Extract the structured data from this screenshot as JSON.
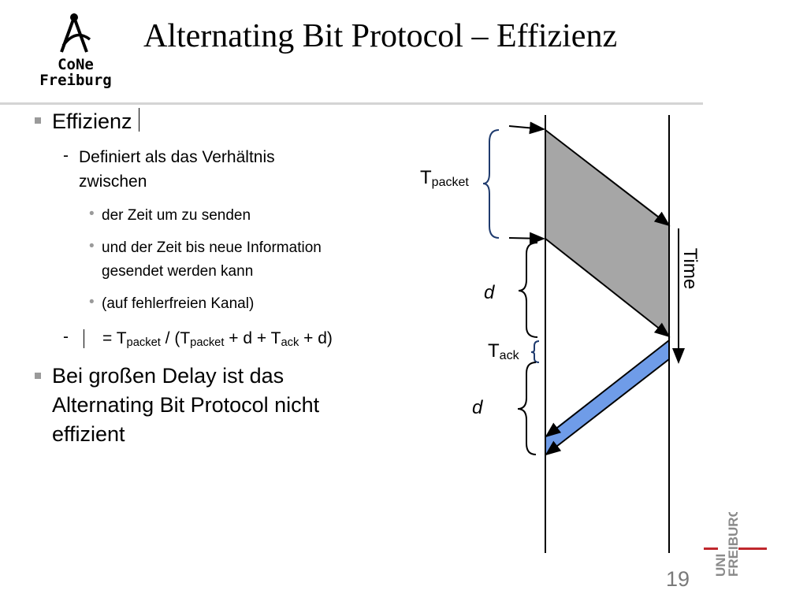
{
  "logo": {
    "line1": "CoNe",
    "line2": "Freiburg"
  },
  "title": "Alternating Bit Protocol – Effizienz",
  "bullets": {
    "b1": "Effizienz",
    "b1_sub1": "Definiert als das Verhältnis",
    "b1_sub1_cont": "zwischen",
    "b1_sub1_items": [
      "der Zeit um zu senden",
      "und der Zeit bis neue Information",
      "gesendet werden kann",
      "(auf fehlerfreien Kanal)"
    ],
    "formula": {
      "eq": "= T",
      "packet": "packet",
      "div": " / (T",
      "packet2": "packet",
      "plus_d": " + d + T",
      "ack": "ack",
      "end": " + d)"
    },
    "b2_lines": [
      "Bei großen Delay ist das",
      "Alternating Bit Protocol nicht",
      "effizient"
    ]
  },
  "diagram": {
    "t_packet_T": "T",
    "t_packet_sub": "packet",
    "d1": "d",
    "t_ack_T": "T",
    "t_ack_sub": "ack",
    "d2": "d",
    "time": "Time"
  },
  "footer": {
    "page": "19",
    "uni_line1": "UNI",
    "uni_line2": "FREIBURG"
  },
  "colors": {
    "packet_fill": "#a6a6a6",
    "ack_fill": "#6f9ce8",
    "brace": "#1f3b6e"
  }
}
